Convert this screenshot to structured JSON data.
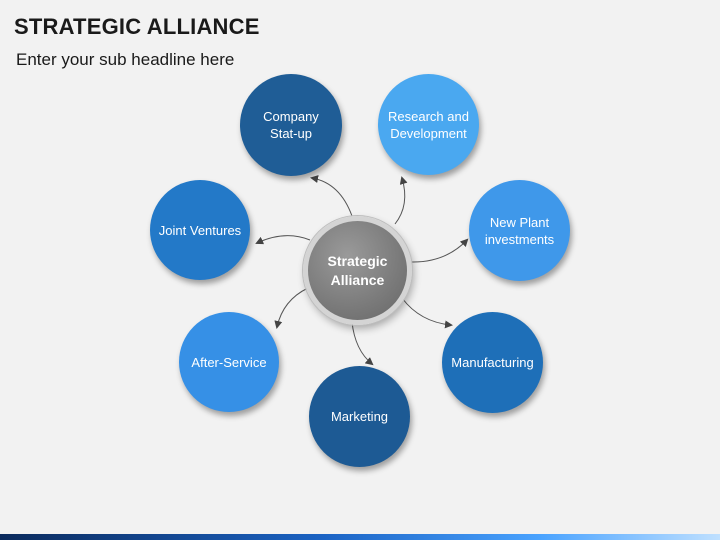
{
  "header": {
    "title": "STRATEGIC ALLIANCE",
    "subtitle": "Enter your sub headline here"
  },
  "diagram": {
    "center": {
      "label": "Strategic\nAlliance"
    },
    "nodes": [
      {
        "id": "company",
        "label": "Company\nStat-up",
        "color": "#1f5d96"
      },
      {
        "id": "research",
        "label": "Research and\nDevelopment",
        "color": "#4aa8f0"
      },
      {
        "id": "joint",
        "label": "Joint Ventures",
        "color": "#2379c8"
      },
      {
        "id": "newplant",
        "label": "New Plant\ninvestments",
        "color": "#3f98ea"
      },
      {
        "id": "after",
        "label": "After-Service",
        "color": "#3690e6"
      },
      {
        "id": "manufacturing",
        "label": "Manufacturing",
        "color": "#1e6fb8"
      },
      {
        "id": "marketing",
        "label": "Marketing",
        "color": "#1d5a94"
      }
    ]
  }
}
